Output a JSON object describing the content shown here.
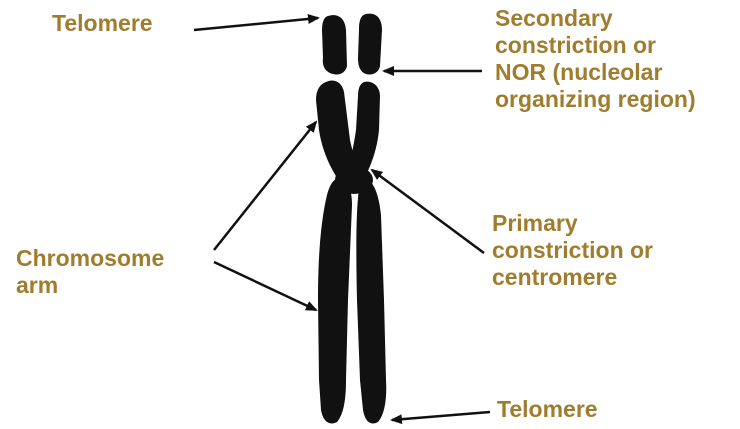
{
  "colors": {
    "label_text": "#a07d2e",
    "chromosome": "#111111",
    "arrow": "#111111",
    "background": "#ffffff"
  },
  "labels": {
    "telomere_top": [
      "Telomere"
    ],
    "secondary_constriction": [
      "Secondary",
      "constriction or",
      "NOR (nucleolar",
      "organizing region)"
    ],
    "chromosome_arm": [
      "Chromosome",
      "arm"
    ],
    "primary_constriction": [
      "Primary",
      "constriction or",
      "centromere"
    ],
    "telomere_bottom": [
      "Telomere"
    ]
  }
}
